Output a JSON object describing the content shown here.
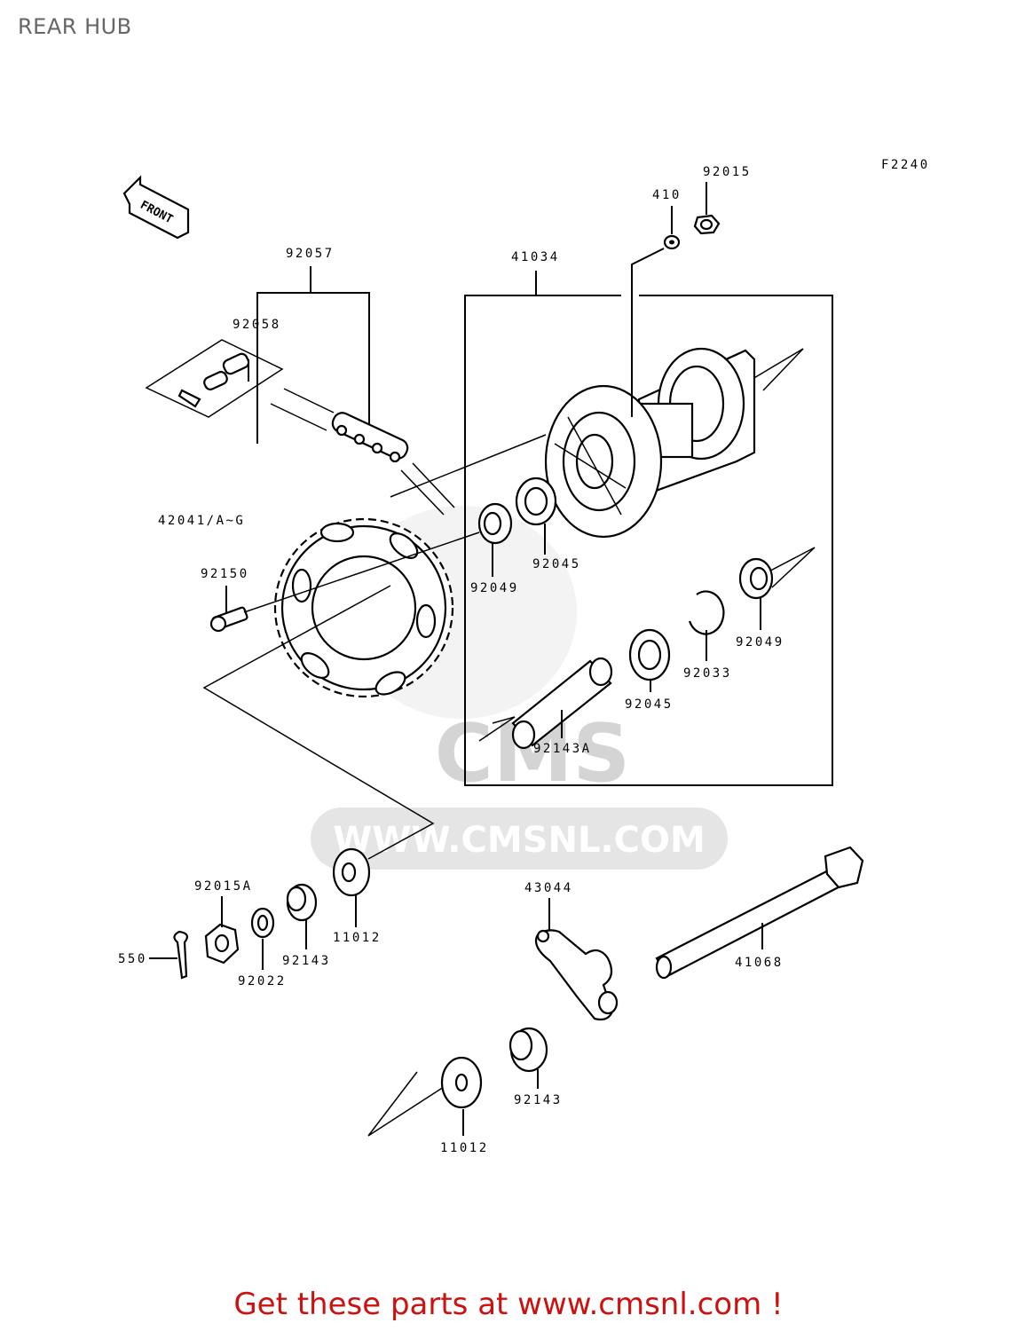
{
  "title": "REAR HUB",
  "figure_code": "F2240",
  "front_label": "FRONT",
  "watermark": {
    "brand": "CMS",
    "url": "WWW.CMSNL.COM"
  },
  "footer": "Get these parts at www.cmsnl.com !",
  "labels": {
    "p92015": "92015",
    "p410": "410",
    "p41034": "41034",
    "p92057": "92057",
    "p92058": "92058",
    "p42041": "42041/A~G",
    "p92150": "92150",
    "p92049a": "92049",
    "p92045a": "92045",
    "p92049b": "92049",
    "p92033": "92033",
    "p92045b": "92045",
    "p92143A": "92143A",
    "p92015A": "92015A",
    "p550": "550",
    "p92022": "92022",
    "p92143a": "92143",
    "p11012a": "11012",
    "p43044": "43044",
    "p41068": "41068",
    "p92143b": "92143",
    "p11012b": "11012"
  }
}
